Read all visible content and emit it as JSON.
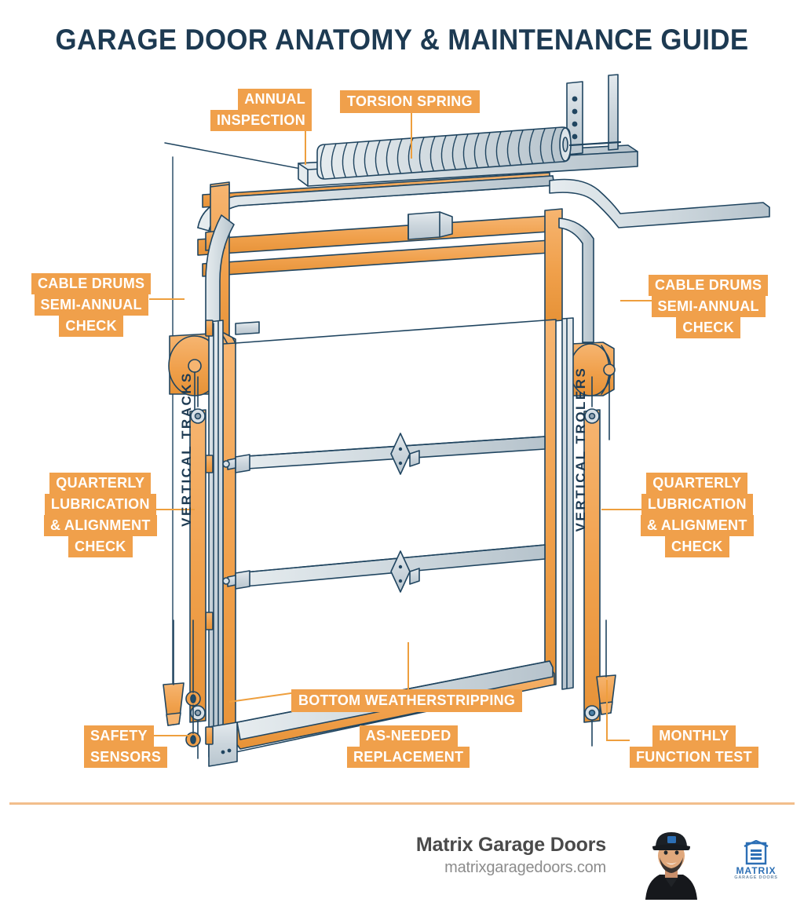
{
  "header": {
    "title": "GARAGE DOOR ANATOMY & MAINTENANCE GUIDE"
  },
  "colors": {
    "navy": "#1D3A52",
    "orange": "#F0A04B",
    "orange_line": "#EE9F3E",
    "metal_light": "#D6DEE3",
    "metal_mid": "#C2CCD4",
    "divider": "#F2BE8C",
    "footer_name": "#4A4A4A",
    "footer_url": "#8C8C8C",
    "logo_blue": "#2C6FB5"
  },
  "callouts": [
    {
      "id": "annual-inspection",
      "lines": [
        "ANNUAL",
        "INSPECTION"
      ],
      "align": "right"
    },
    {
      "id": "torsion-spring",
      "lines": [
        "TORSION SPRING"
      ],
      "align": "center"
    },
    {
      "id": "cable-drums-left",
      "lines": [
        "CABLE DRUMS",
        "SEMI-ANNUAL",
        "CHECK"
      ],
      "align": "center"
    },
    {
      "id": "cable-drums-right",
      "lines": [
        "CABLE DRUMS",
        "SEMI-ANNUAL",
        "CHECK"
      ],
      "align": "center"
    },
    {
      "id": "quarterly-left",
      "lines": [
        "QUARTERLY",
        "LUBRICATION",
        "& ALIGNMENT",
        "CHECK"
      ],
      "align": "center"
    },
    {
      "id": "quarterly-right",
      "lines": [
        "QUARTERLY",
        "LUBRICATION",
        "& ALIGNMENT",
        "CHECK"
      ],
      "align": "center"
    },
    {
      "id": "bottom-weatherstripping",
      "lines": [
        "BOTTOM WEATHERSTRIPPING"
      ],
      "align": "center"
    },
    {
      "id": "as-needed-replacement",
      "lines": [
        "AS-NEEDED",
        "REPLACEMENT"
      ],
      "align": "center"
    },
    {
      "id": "safety-sensors",
      "lines": [
        "SAFETY",
        "SENSORS"
      ],
      "align": "left"
    },
    {
      "id": "monthly-function-test",
      "lines": [
        "MONTHLY",
        "FUNCTION TEST"
      ],
      "align": "center"
    }
  ],
  "track_labels": {
    "left": "VERTICAL  TRACKS",
    "right": "VERTICAL  TROLERS"
  },
  "footer": {
    "company": "Matrix Garage Doors",
    "website": "matrixgaragedoors.com",
    "logo_text": "MATRIX",
    "logo_subtext": "GARAGE DOORS"
  }
}
